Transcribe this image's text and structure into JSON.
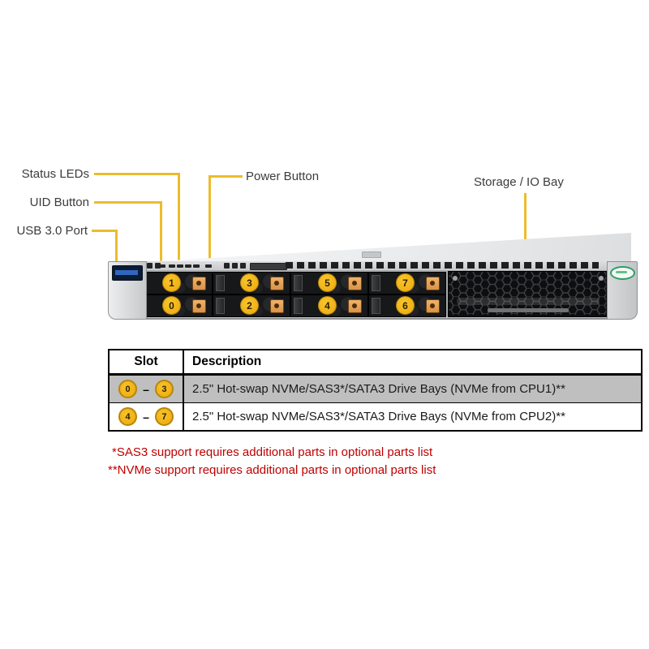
{
  "diagram": {
    "callouts": {
      "status_leds": "Status LEDs",
      "uid_button": "UID Button",
      "usb_port": "USB 3.0 Port",
      "power_button": "Power Button",
      "storage_bay": "Storage / IO  Bay"
    },
    "drive_bays": {
      "top_row": [
        "1",
        "3",
        "5",
        "7"
      ],
      "bottom_row": [
        "0",
        "2",
        "4",
        "6"
      ]
    }
  },
  "table": {
    "headers": {
      "slot": "Slot",
      "description": "Description"
    },
    "rows": [
      {
        "slot_from": "0",
        "slot_to": "3",
        "dash": "–",
        "description": "2.5\" Hot-swap NVMe/SAS3*/SATA3 Drive Bays (NVMe from CPU1)**"
      },
      {
        "slot_from": "4",
        "slot_to": "7",
        "dash": "–",
        "description": "2.5\" Hot-swap NVMe/SAS3*/SATA3 Drive Bays (NVMe from CPU2)**"
      }
    ]
  },
  "footnotes": [
    "*SAS3 support requires additional parts in optional parts list",
    "**NVMe support requires additional parts in optional parts list"
  ],
  "colors": {
    "callout_line": "#ECBC2C",
    "badge_fill": "#F2B517",
    "badge_border": "#B8860B",
    "latch_orange": "#E8A45A",
    "row_highlight": "#BFBFBF",
    "footnote_red": "#C00000",
    "usb_blue": "#2F66C0",
    "logo_green": "#2F9E63"
  }
}
